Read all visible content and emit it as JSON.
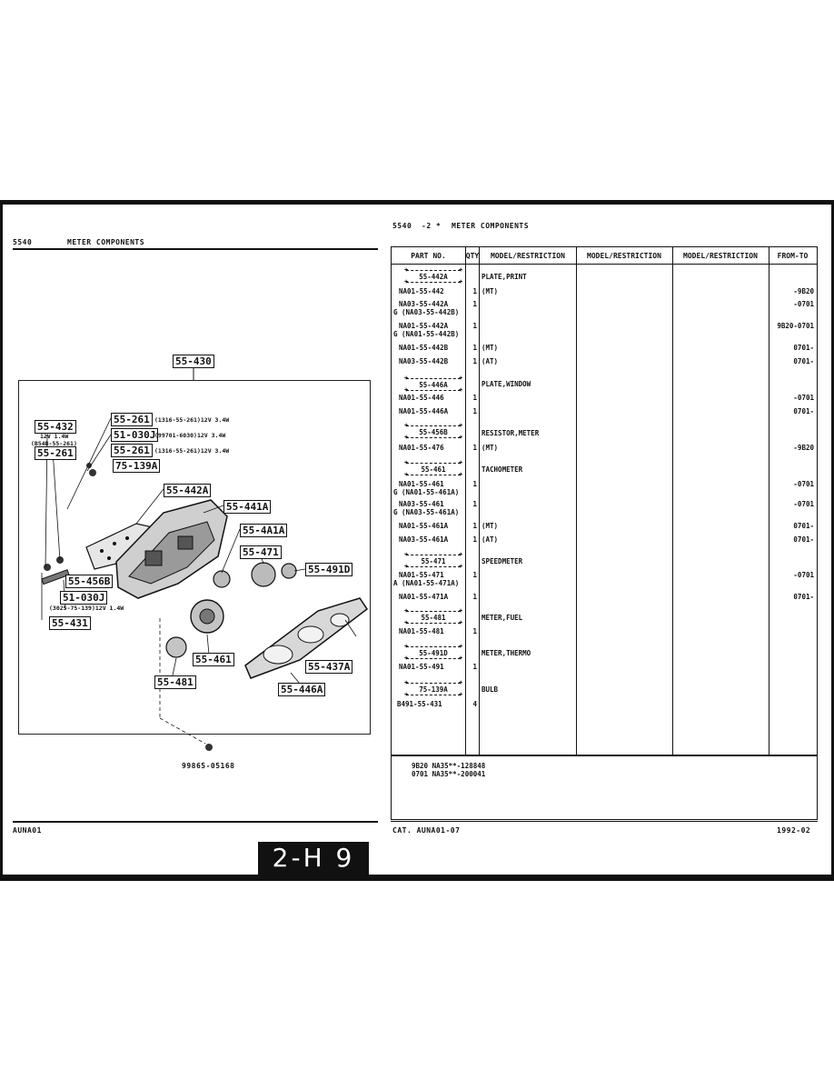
{
  "left_header": {
    "section": "5540",
    "title": "METER COMPONENTS"
  },
  "right_header": {
    "section": "5540",
    "suffix": "-2 *",
    "title": "METER COMPONENTS"
  },
  "diagram": {
    "callouts": {
      "c_55_430": "55-430",
      "c_55_432": "55-432",
      "c_55_261_a": "55-261",
      "c_55_261_b": "55-261",
      "c_55_261_c": "55-261",
      "c_51_030j_a": "51-030J",
      "c_75_139a": "75-139A",
      "c_55_442a": "55-442A",
      "c_55_441a": "55-441A",
      "c_55_4a1a": "55-4A1A",
      "c_55_471": "55-471",
      "c_55_491d": "55-491D",
      "c_55_456b": "55-456B",
      "c_51_030j_b": "51-030J",
      "c_55_431": "55-431",
      "c_55_461": "55-461",
      "c_55_437a": "55-437A",
      "c_55_481": "55-481",
      "c_55_446a": "55-446A"
    },
    "notes": {
      "n_261_a": "(1316-55-261)12V 3.4W",
      "n_030j_a": "(99701-6030)12V 3.4W",
      "n_261_c": "(1316-55-261)12V 3.4W",
      "n_432_a": "12V 1.4W",
      "n_432_b": "(B54B-55-261)",
      "n_030j_b": "(3025-75-139)12V 1.4W"
    },
    "screw_part": "99865-05168"
  },
  "table": {
    "headers": {
      "part_no": "PART NO.",
      "qty": "QTY",
      "model1": "MODEL/RESTRICTION",
      "model2": "MODEL/RESTRICTION",
      "model3": "MODEL/RESTRICTION",
      "from_to": "FROM-TO"
    },
    "groups": [
      {
        "ref": "55-442A",
        "desc": "PLATE,PRINT"
      },
      {
        "ref": "55-446A",
        "desc": "PLATE,WINDOW"
      },
      {
        "ref": "55-456B",
        "desc": "RESISTOR,METER"
      },
      {
        "ref": "55-461",
        "desc": "TACHOMETER"
      },
      {
        "ref": "55-471",
        "desc": "SPEEDMETER"
      },
      {
        "ref": "55-481",
        "desc": "METER,FUEL"
      },
      {
        "ref": "55-491D",
        "desc": "METER,THERMO"
      },
      {
        "ref": "75-139A",
        "desc": "BULB"
      }
    ],
    "rows": [
      {
        "pn": "NA01-55-442",
        "qty": "1",
        "model": "(MT)",
        "ft": "-9B20"
      },
      {
        "pn": "NA03-55-442A",
        "sub": "G (NA03-55-442B)",
        "qty": "1",
        "model": "",
        "ft": "-0701"
      },
      {
        "pn": "NA01-55-442A",
        "sub": "G (NA01-55-442B)",
        "qty": "1",
        "model": "",
        "ft": "9B20-0701"
      },
      {
        "pn": "NA01-55-442B",
        "qty": "1",
        "model": "(MT)",
        "ft": "0701-"
      },
      {
        "pn": "NA03-55-442B",
        "qty": "1",
        "model": "(AT)",
        "ft": "0701-"
      },
      {
        "pn": "NA01-55-446",
        "qty": "1",
        "model": "",
        "ft": "-0701"
      },
      {
        "pn": "NA01-55-446A",
        "qty": "1",
        "model": "",
        "ft": "0701-"
      },
      {
        "pn": "NA01-55-476",
        "qty": "1",
        "model": "(MT)",
        "ft": "-9B20"
      },
      {
        "pn": "NA01-55-461",
        "sub": "G (NA01-55-461A)",
        "qty": "1",
        "model": "",
        "ft": "-0701"
      },
      {
        "pn": "NA03-55-461",
        "sub": "G (NA03-55-461A)",
        "qty": "1",
        "model": "",
        "ft": "-0701"
      },
      {
        "pn": "NA01-55-461A",
        "qty": "1",
        "model": "(MT)",
        "ft": "0701-"
      },
      {
        "pn": "NA03-55-461A",
        "qty": "1",
        "model": "(AT)",
        "ft": "0701-"
      },
      {
        "pn": "NA01-55-471",
        "sub": "A (NA01-55-471A)",
        "qty": "1",
        "model": "",
        "ft": "-0701"
      },
      {
        "pn": "NA01-55-471A",
        "qty": "1",
        "model": "",
        "ft": "0701-"
      },
      {
        "pn": "NA01-55-481",
        "qty": "1",
        "model": "",
        "ft": ""
      },
      {
        "pn": "NA01-55-491",
        "qty": "1",
        "model": "",
        "ft": ""
      },
      {
        "pn": "B491-55-431",
        "qty": "4",
        "model": "",
        "ft": ""
      }
    ],
    "footnotes": [
      "9B20 NA35**-128848",
      "0701 NA35**-200041"
    ]
  },
  "footer": {
    "left": "AUNA01",
    "catalog": "CAT. AUNA01-07",
    "date": "1992-02",
    "page_badge": "2-H 9"
  }
}
